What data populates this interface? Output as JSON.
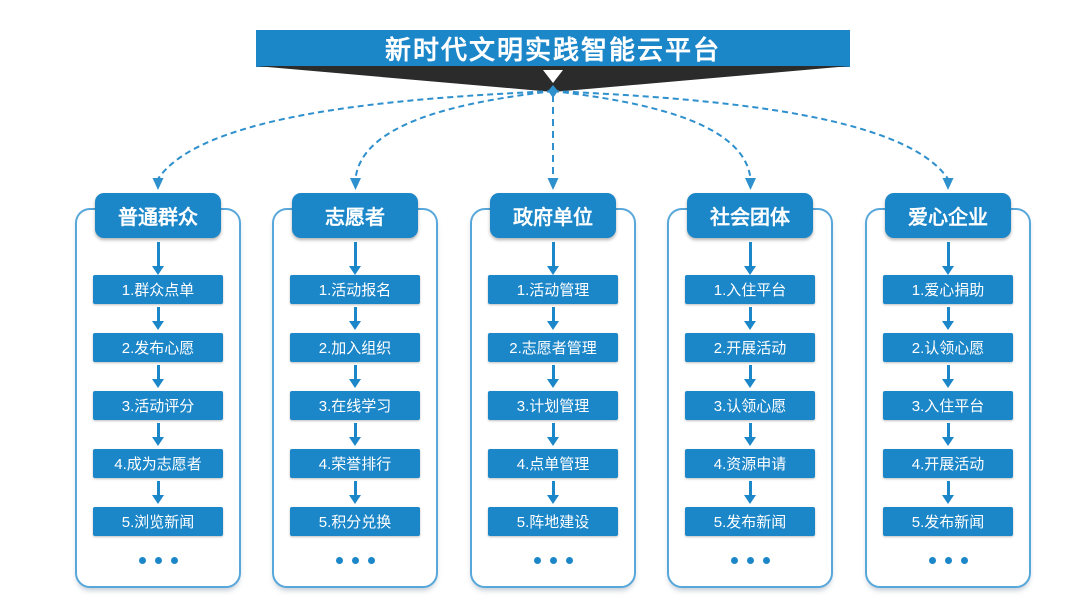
{
  "banner": {
    "title": "新时代文明实践智能云平台"
  },
  "groups": [
    {
      "header": "普通群众",
      "steps": [
        "1.群众点单",
        "2.发布心愿",
        "3.活动评分",
        "4.成为志愿者",
        "5.浏览新闻"
      ],
      "more_indicator": "..."
    },
    {
      "header": "志愿者",
      "steps": [
        "1.活动报名",
        "2.加入组织",
        "3.在线学习",
        "4.荣誉排行",
        "5.积分兑换"
      ],
      "more_indicator": "..."
    },
    {
      "header": "政府单位",
      "steps": [
        "1.活动管理",
        "2.志愿者管理",
        "3.计划管理",
        "4.点单管理",
        "5.阵地建设"
      ],
      "more_indicator": "..."
    },
    {
      "header": "社会团体",
      "steps": [
        "1.入住平台",
        "2.开展活动",
        "3.认领心愿",
        "4.资源申请",
        "5.发布新闻"
      ],
      "more_indicator": "..."
    },
    {
      "header": "爱心企业",
      "steps": [
        "1.爱心捐助",
        "2.认领心愿",
        "3.入住平台",
        "4.开展活动",
        "5.发布新闻"
      ],
      "more_indicator": "..."
    }
  ],
  "colors": {
    "box_blue": "#1b86c8",
    "container_outline": "#58a7da",
    "dashed_connector": "#2e90cd",
    "ribbon_dark": "#2b2b2b"
  }
}
